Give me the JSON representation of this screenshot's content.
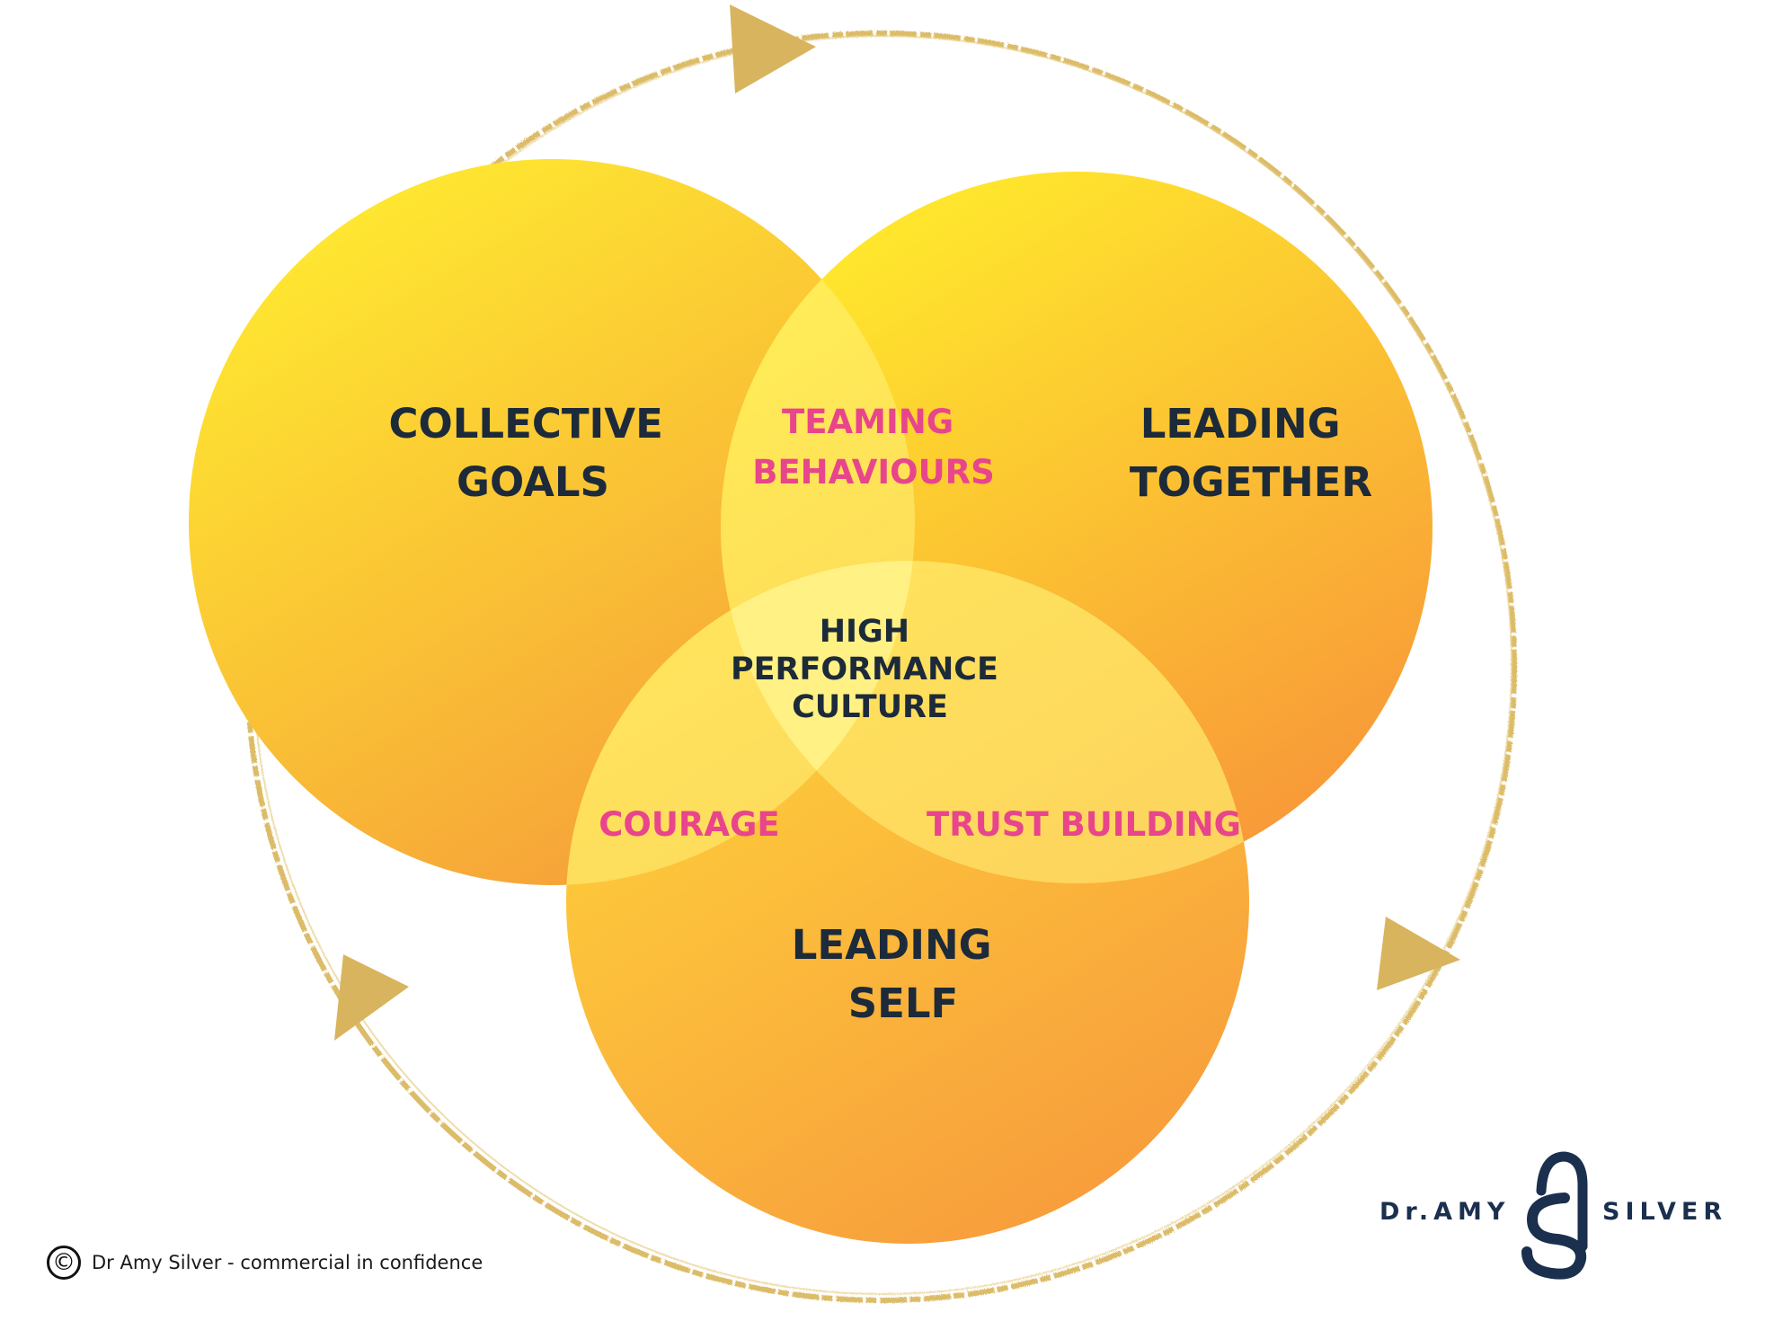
{
  "diagram": {
    "circles": [
      {
        "name": "collective-goals",
        "lines": [
          "COLLECTIVE",
          "GOALS"
        ]
      },
      {
        "name": "leading-together",
        "lines": [
          "LEADING",
          "TOGETHER"
        ]
      },
      {
        "name": "leading-self",
        "lines": [
          "LEADING",
          "SELF"
        ]
      }
    ],
    "overlaps": {
      "teaming": [
        "TEAMING",
        "BEHAVIOURS"
      ],
      "courage": "COURAGE",
      "trust": "TRUST BUILDING"
    },
    "center": [
      "HIGH",
      "PERFORMANCE",
      "CULTURE"
    ]
  },
  "colors": {
    "circle_top": "#ffe62e",
    "circle_bottom": "#f7a23c",
    "overlap_tint": "#fff27a",
    "text_dark": "#1c2a3a",
    "text_pink": "#e8458c",
    "ring_gold": "#d6b15c",
    "brand_navy": "#1b2f4e"
  },
  "footer": {
    "copyright_icon": "©",
    "text": "Dr Amy Silver - commercial in confidence"
  },
  "brand": {
    "left": "Dr.AMY",
    "right": "SILVER"
  }
}
